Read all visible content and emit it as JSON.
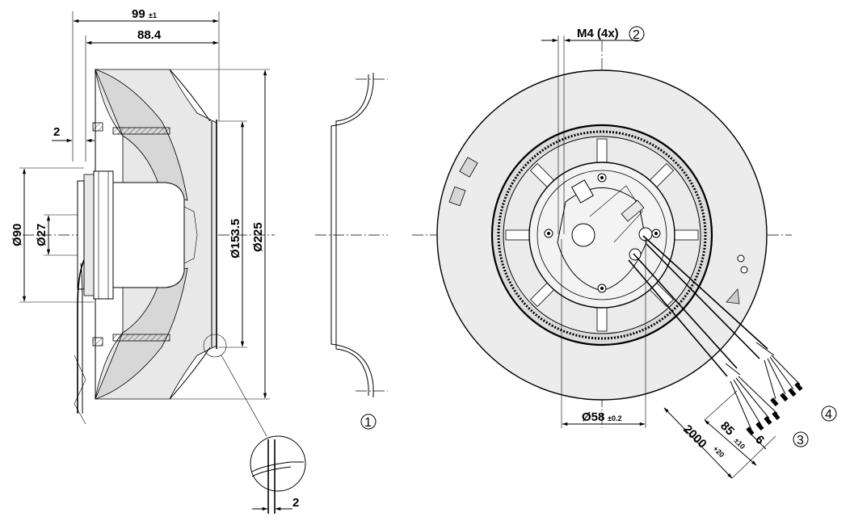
{
  "side_view": {
    "overall_width": {
      "value": "99",
      "tol": "±1"
    },
    "impeller_width": {
      "value": "88.4"
    },
    "offset_left": {
      "value": "2"
    },
    "dia_motor": {
      "value": "Ø90"
    },
    "dia_hub": {
      "value": "Ø27"
    },
    "dia_inlet": {
      "value": "Ø153.5"
    },
    "dia_outer": {
      "value": "Ø225"
    }
  },
  "detail": {
    "gap": {
      "value": "2"
    }
  },
  "inlet_ring": {
    "callout": "1"
  },
  "front_view": {
    "screw": {
      "value": "M4 (4x)",
      "callout": "2"
    },
    "dia_bolt_circle": {
      "value": "Ø58",
      "tol": "±0.2"
    },
    "cable_length": {
      "value": "2000",
      "tol": "+20"
    },
    "strip_length": {
      "value": "85",
      "tol": "±10"
    },
    "wire_end": {
      "value": "6"
    },
    "callout_wires": "3",
    "callout_ferrules": "4"
  }
}
